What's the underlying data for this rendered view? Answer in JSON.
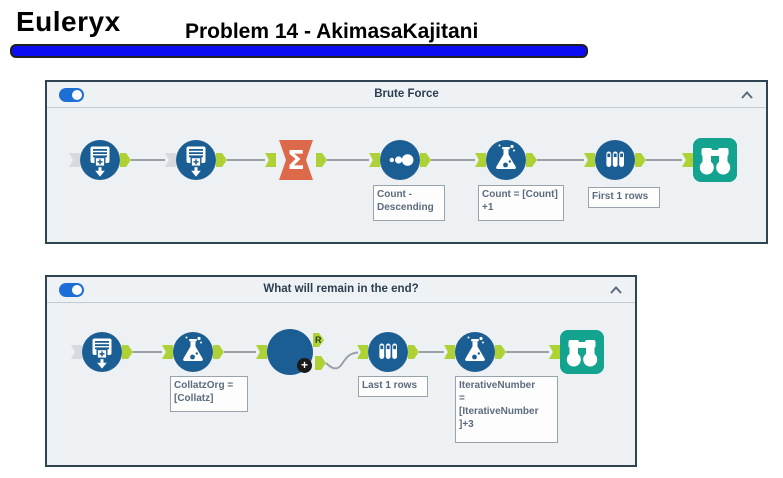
{
  "header": {
    "logo": "Euleryx",
    "title": "Problem 14 - AkimasaKajitani"
  },
  "containers": [
    {
      "title": "Brute Force",
      "toggle_state": "on",
      "tools": [
        {
          "label": "Generate Rows"
        },
        {
          "label": "Generate Rows"
        },
        {
          "label": "Summarize"
        },
        {
          "label": "Sort",
          "annotation": "Count -\nDescending"
        },
        {
          "label": "Formula",
          "annotation": "Count = [Count]\n+1"
        },
        {
          "label": "Sample",
          "annotation": "First 1 rows"
        },
        {
          "label": "Browse"
        }
      ]
    },
    {
      "title": "What will remain in the end?",
      "toggle_state": "on",
      "tools": [
        {
          "label": "Generate Rows"
        },
        {
          "label": "Formula",
          "annotation": "CollatzOrg =\n[Collatz]"
        },
        {
          "label": "Iterative Macro",
          "output_anchor_label": "R",
          "badge": "+"
        },
        {
          "label": "Sample",
          "annotation": "Last 1 rows"
        },
        {
          "label": "Formula",
          "annotation": "IterativeNumber\n=\n[IterativeNumber\n]+3"
        },
        {
          "label": "Browse"
        }
      ]
    }
  ],
  "glyphs": {
    "summarize_sigma": "Σ"
  },
  "colors": {
    "tool_blue": "#1b5e94",
    "summarize_orange": "#dc6a4a",
    "browse_teal": "#13a38e",
    "anchor_green": "#aed136",
    "underline_blue": "#0d0df2",
    "container_border": "#2e4450",
    "toggle_blue": "#1d6fd5"
  }
}
